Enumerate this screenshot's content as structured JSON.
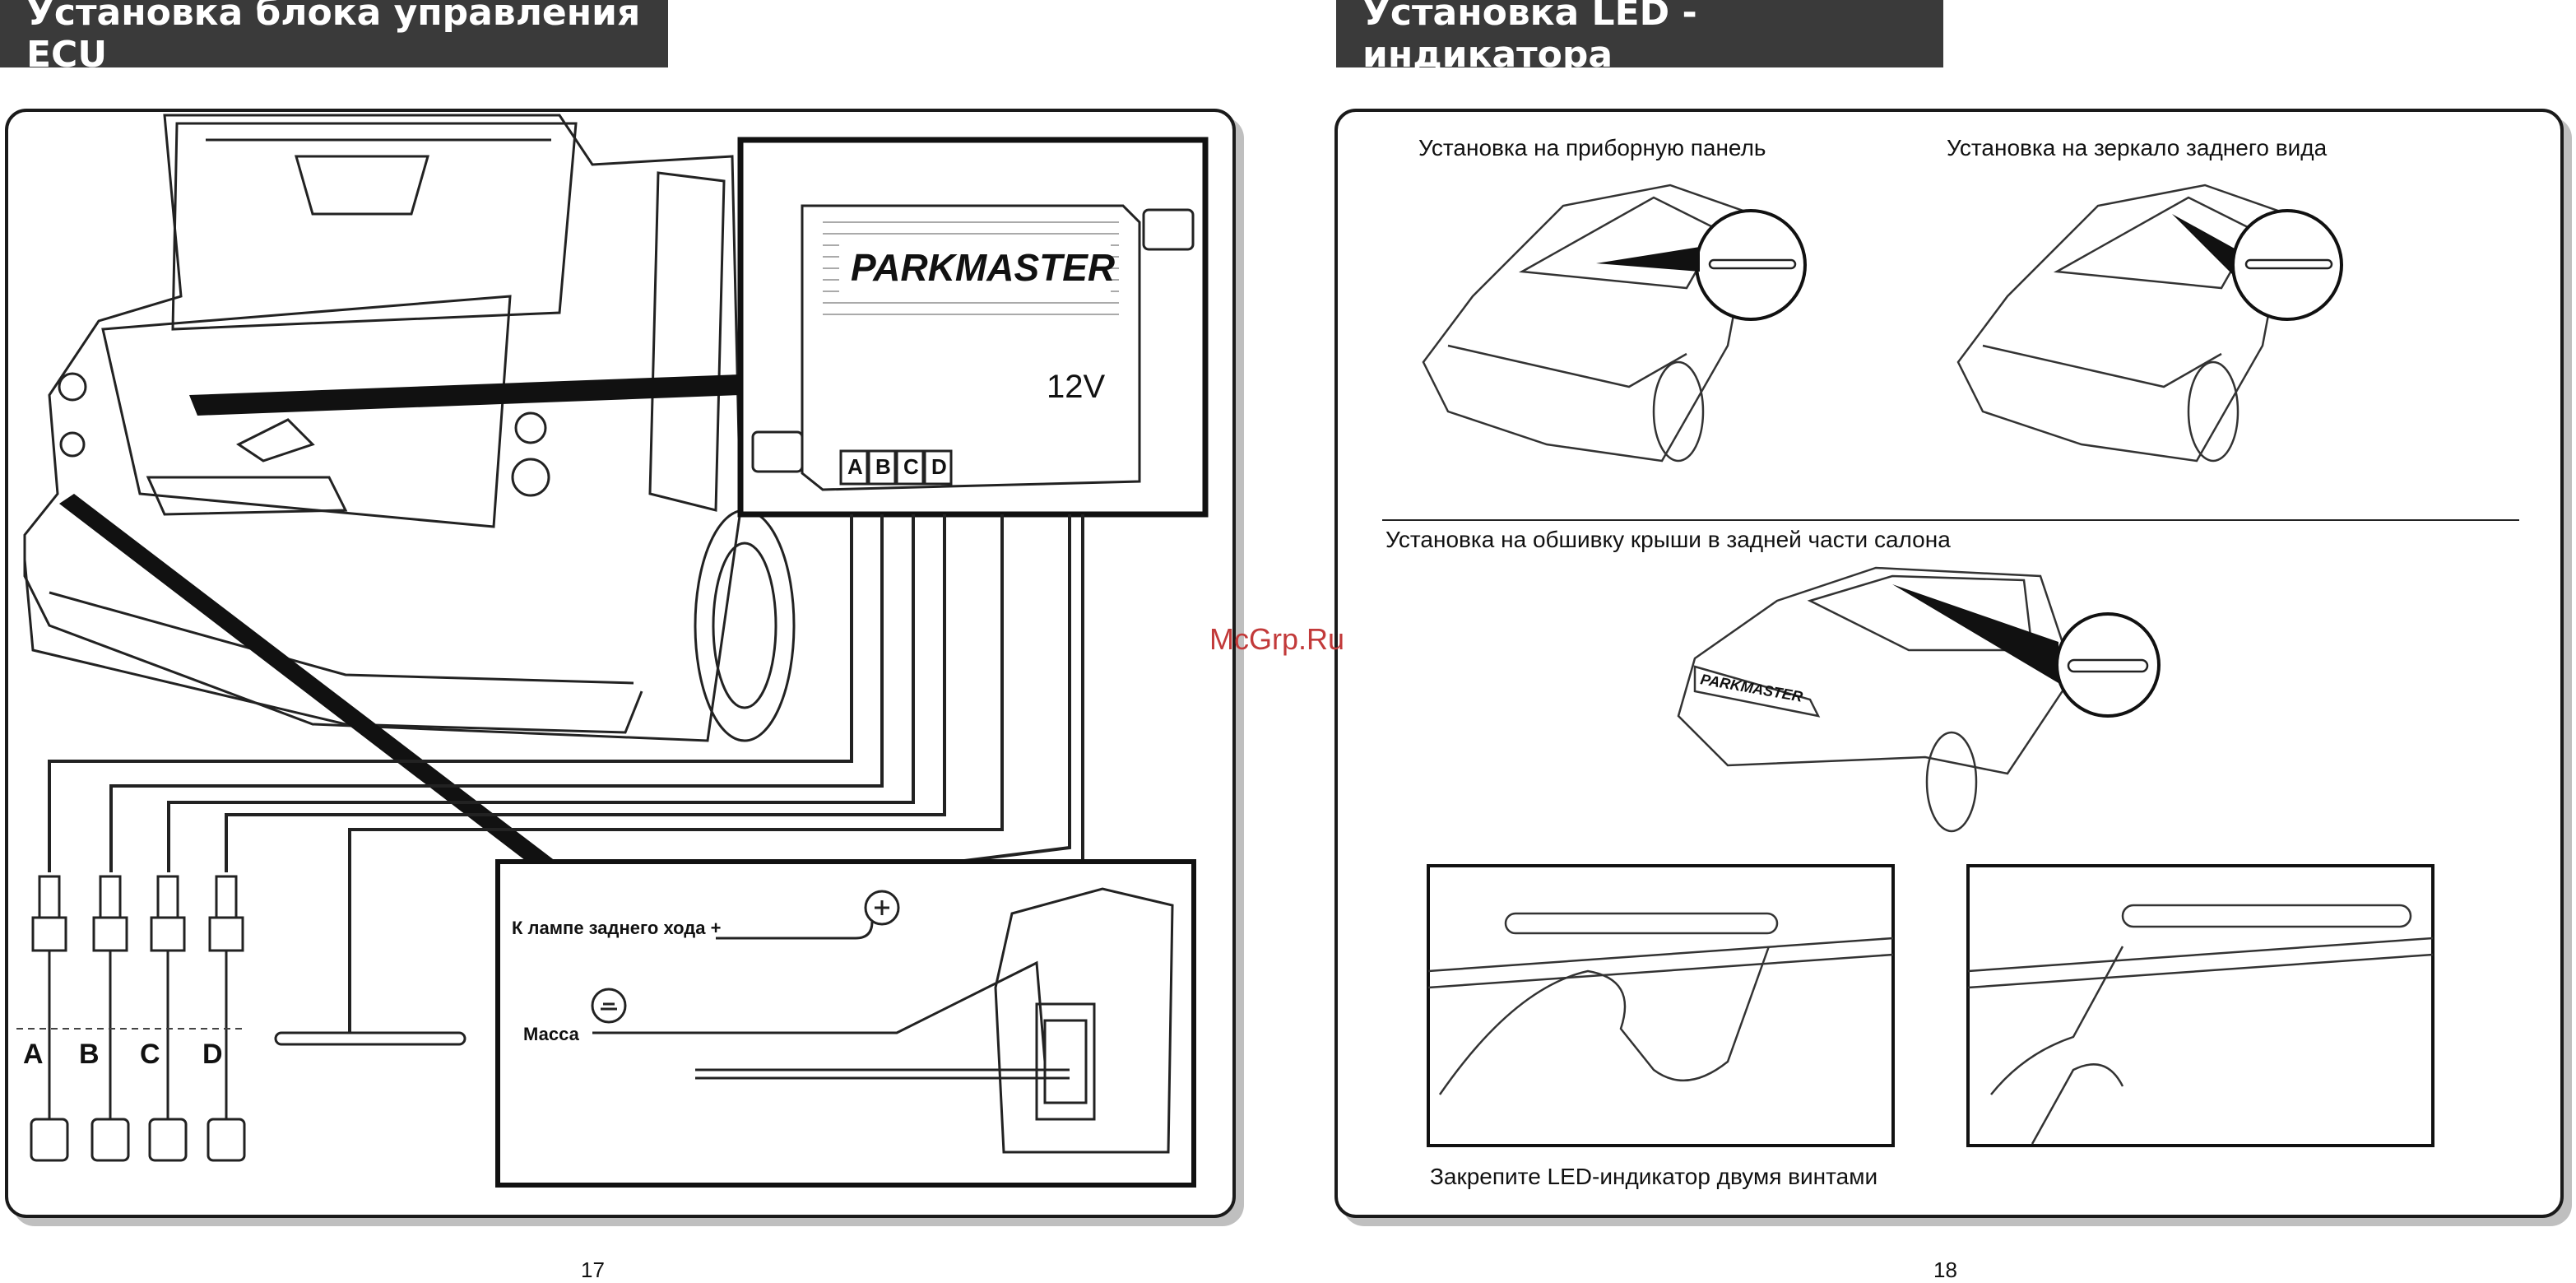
{
  "left_page": {
    "header": "Установка блока управления ECU",
    "ecu_brand": "PARKMASTER",
    "ecu_voltage": "12V",
    "connectors": [
      "A",
      "B",
      "C",
      "D"
    ],
    "sensor_labels": [
      "A",
      "B",
      "C",
      "D"
    ],
    "reverse_lamp_label": "К лампе заднего хода +",
    "ground_label": "Масса",
    "page_number": "17"
  },
  "right_page": {
    "header": "Установка LED - индикатора",
    "dashboard_caption": "Установка на приборную панель",
    "mirror_caption": "Установка на зеркало заднего вида",
    "roof_caption": "Установка на обшивку крыши в задней части салона",
    "car_plate": "PARKMASTER",
    "screw_caption": "Закрепите LED-индикатор двумя винтами",
    "page_number": "18"
  },
  "watermark": "McGrp.Ru"
}
